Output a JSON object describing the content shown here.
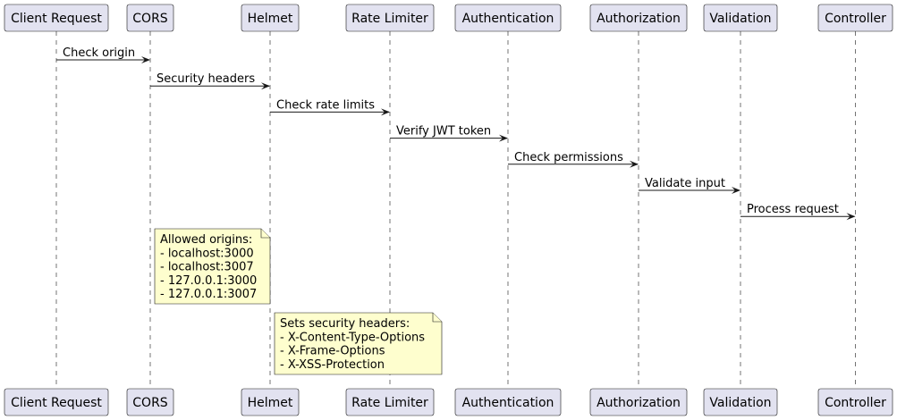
{
  "participants": [
    {
      "id": "client",
      "label": "Client Request"
    },
    {
      "id": "cors",
      "label": "CORS"
    },
    {
      "id": "helmet",
      "label": "Helmet"
    },
    {
      "id": "ratelimiter",
      "label": "Rate Limiter"
    },
    {
      "id": "authentication",
      "label": "Authentication"
    },
    {
      "id": "authorization",
      "label": "Authorization"
    },
    {
      "id": "validation",
      "label": "Validation"
    },
    {
      "id": "controller",
      "label": "Controller"
    }
  ],
  "messages": [
    {
      "from": "client",
      "to": "cors",
      "label": "Check origin"
    },
    {
      "from": "cors",
      "to": "helmet",
      "label": "Security headers"
    },
    {
      "from": "helmet",
      "to": "ratelimiter",
      "label": "Check rate limits"
    },
    {
      "from": "ratelimiter",
      "to": "authentication",
      "label": "Verify JWT token"
    },
    {
      "from": "authentication",
      "to": "authorization",
      "label": "Check permissions"
    },
    {
      "from": "authorization",
      "to": "validation",
      "label": "Validate input"
    },
    {
      "from": "validation",
      "to": "controller",
      "label": "Process request"
    }
  ],
  "notes": [
    {
      "over": "cors",
      "lines": [
        "Allowed origins:",
        "- localhost:3000",
        "- localhost:3007",
        "- 127.0.0.1:3000",
        "- 127.0.0.1:3007"
      ]
    },
    {
      "over": "helmet",
      "lines": [
        "Sets security headers:",
        "- X-Content-Type-Options",
        "- X-Frame-Options",
        "- X-XSS-Protection"
      ]
    }
  ],
  "colors": {
    "participant_fill": "#e2e2f0",
    "note_fill": "#fefece",
    "line": "#181818"
  }
}
